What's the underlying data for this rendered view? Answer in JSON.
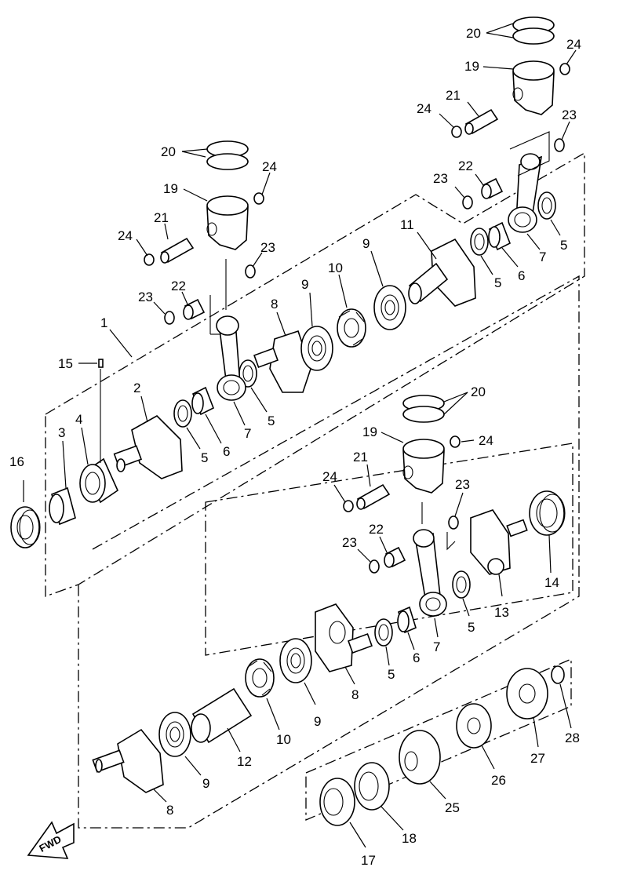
{
  "fwd_label": "FWD",
  "callouts": {
    "c1": "1",
    "c2": "2",
    "c3": "3",
    "c4": "4",
    "c5a": "5",
    "c5b": "5",
    "c5c": "5",
    "c5d": "5",
    "c5e": "5",
    "c6a": "6",
    "c6b": "6",
    "c6c": "6",
    "c7a": "7",
    "c7b": "7",
    "c7c": "7",
    "c8a": "8",
    "c8b": "8",
    "c8c": "8",
    "c9a": "9",
    "c9b": "9",
    "c9c": "9",
    "c9d": "9",
    "c10a": "10",
    "c10b": "10",
    "c11": "11",
    "c12": "12",
    "c13": "13",
    "c14": "14",
    "c15": "15",
    "c16": "16",
    "c17": "17",
    "c18": "18",
    "c19a": "19",
    "c19b": "19",
    "c19c": "19",
    "c20a": "20",
    "c20b": "20",
    "c20c": "20",
    "c21a": "21",
    "c21b": "21",
    "c21c": "21",
    "c22a": "22",
    "c22b": "22",
    "c22c": "22",
    "c23a": "23",
    "c23b": "23",
    "c23c": "23",
    "c23d": "23",
    "c23e": "23",
    "c23f": "23",
    "c24a": "24",
    "c24b": "24",
    "c24c": "24",
    "c24d": "24",
    "c24e": "24",
    "c24f": "24",
    "c25": "25",
    "c26": "26",
    "c27": "27",
    "c28": "28"
  }
}
